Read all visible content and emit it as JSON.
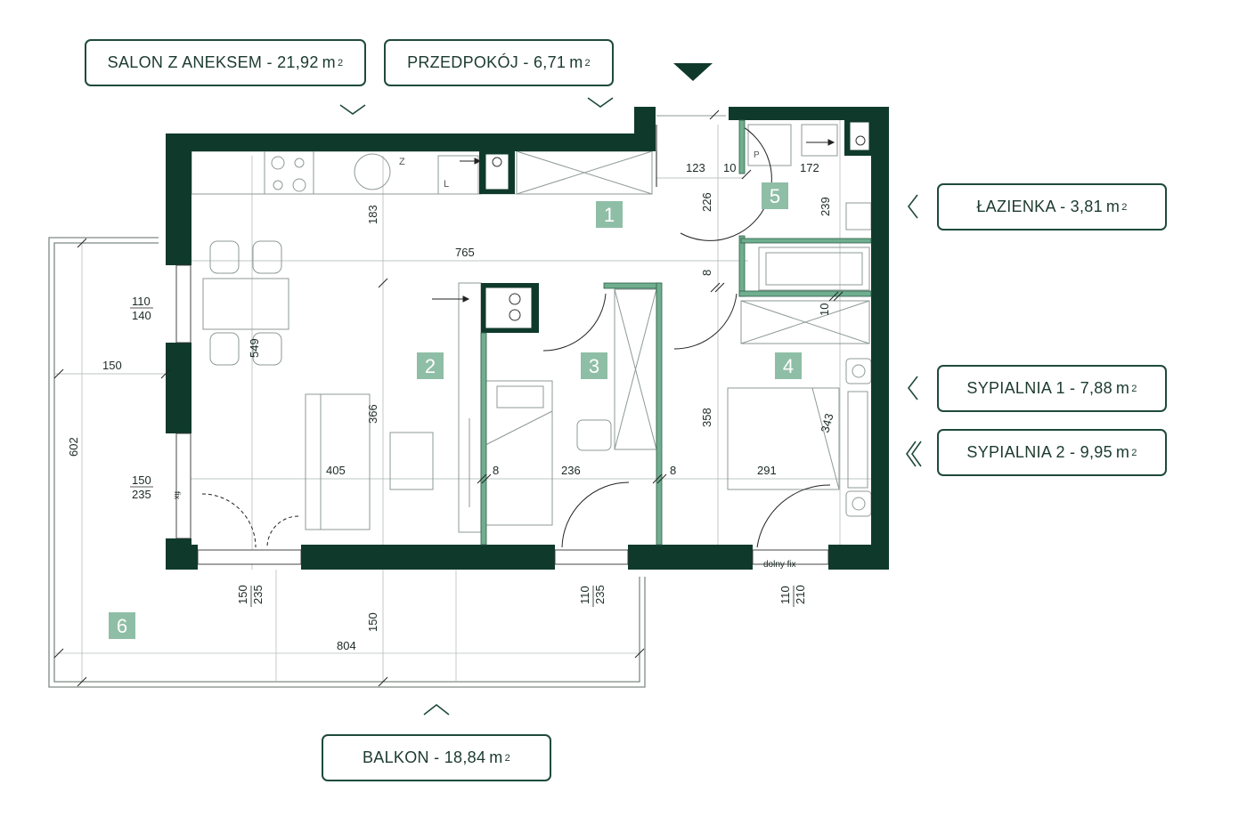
{
  "colors": {
    "wall": "#0f3a2b",
    "partition": "#6fae8f",
    "room_number_bg": "#8fbea6",
    "thin_line": "#9aa7a0",
    "text": "#1b3a2e"
  },
  "area_labels": {
    "salon": {
      "name": "SALON Z ANEKSEM - 21,92",
      "unit": "m",
      "sup": "2"
    },
    "przedpokoj": {
      "name": "PRZEDPOKÓJ  - 6,71",
      "unit": "m",
      "sup": "2"
    },
    "lazienka": {
      "name": "ŁAZIENKA - 3,81",
      "unit": "m",
      "sup": "2"
    },
    "sypialnia1": {
      "name": "SYPIALNIA 1 - 7,88",
      "unit": "m",
      "sup": "2"
    },
    "sypialnia2": {
      "name": "SYPIALNIA 2 - 9,95",
      "unit": "m",
      "sup": "2"
    },
    "balkon": {
      "name": "BALKON - 18,84",
      "unit": "m",
      "sup": "2"
    }
  },
  "room_numbers": [
    "1",
    "2",
    "3",
    "4",
    "5",
    "6"
  ],
  "dimensions": {
    "d123": "123",
    "d10a": "10",
    "d172": "172",
    "d226": "226",
    "d239": "239",
    "d183": "183",
    "d765": "765",
    "d8a": "8",
    "d10b": "10",
    "d110_140_top": "110",
    "d110_140_bot": "140",
    "d549": "549",
    "d150_balcony": "150",
    "d602": "602",
    "d366": "366",
    "d358": "358",
    "d343": "343",
    "d405": "405",
    "d8b": "8",
    "d236": "236",
    "d8c": "8",
    "d291": "291",
    "d150_235_top": "150",
    "d150_235_bot": "235",
    "fix_small": "fix",
    "dolny_fix": "dolny fix",
    "w1_a": "150",
    "w1_b": "235",
    "w2_a": "110",
    "w2_b": "235",
    "w3_a": "110",
    "w3_b": "210",
    "d150_vert": "150",
    "d804": "804",
    "kitchen_z": "Z",
    "kitchen_l": "L",
    "bath_p": "P"
  }
}
